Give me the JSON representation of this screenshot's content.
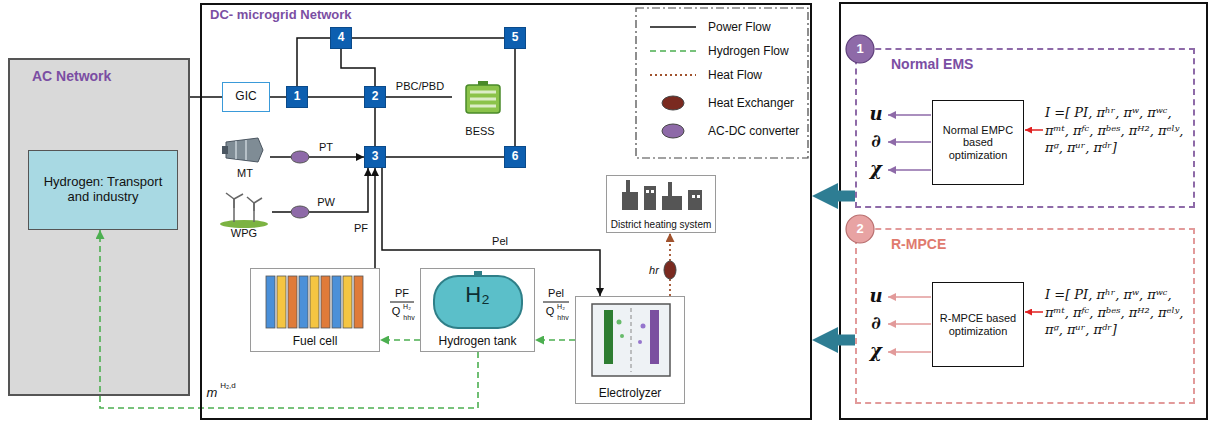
{
  "diagram": {
    "nodes": [
      {
        "text": [
          "AC Network"
        ]
      },
      {
        "text": [
          "Hydrogen: Transport and industry"
        ],
        "in": 0
      },
      {
        "text": [
          "DC- microgrid Network"
        ]
      },
      {
        "text": [
          "GIC"
        ],
        "in": 2
      },
      {
        "text": [
          "4"
        ],
        "in": 2
      },
      {
        "text": [
          "5"
        ],
        "in": 2
      },
      {
        "text": [
          "1"
        ],
        "in": 2
      },
      {
        "text": [
          "2"
        ],
        "in": 2
      },
      {
        "text": [
          "3"
        ],
        "in": 2
      },
      {
        "text": [
          "6"
        ],
        "in": 2
      },
      {
        "text": [
          "BESS"
        ],
        "in": 2
      },
      {
        "text": [
          "MT"
        ],
        "in": 2
      },
      {
        "text": [
          "WPG"
        ],
        "in": 2
      },
      {
        "text": [
          "District heating system"
        ],
        "in": 2
      },
      {
        "text": [
          "Fuel cell"
        ],
        "in": 2
      },
      {
        "text": [
          "Hydrogen tank",
          "H₂"
        ],
        "in": 2
      },
      {
        "text": [
          "Electrolyzer"
        ],
        "in": 2
      },
      {
        "text": [
          "Normal EMS"
        ]
      },
      {
        "text": [
          "1"
        ],
        "in": 17
      },
      {
        "text": [
          "Normal EMPC based optimization"
        ],
        "in": 17
      },
      {
        "text": [
          "R-MPCE"
        ]
      },
      {
        "text": [
          "2"
        ],
        "in": 20
      },
      {
        "text": [
          "R-MPCE based optimization"
        ],
        "in": 20
      }
    ],
    "edges": [
      {
        "from": 0,
        "to": 3,
        "arrow": "none"
      },
      {
        "from": 3,
        "to": 6,
        "arrow": "none"
      },
      {
        "from": 6,
        "to": 7,
        "arrow": "none"
      },
      {
        "from": 6,
        "to": 4,
        "arrow": "none"
      },
      {
        "from": 4,
        "to": 5,
        "arrow": "none"
      },
      {
        "from": 4,
        "to": 7,
        "arrow": "none"
      },
      {
        "from": 7,
        "to": 8,
        "arrow": "none"
      },
      {
        "from": 7,
        "to": 10,
        "label": "PBC/PBD",
        "arrow": "none"
      },
      {
        "from": 8,
        "to": 9,
        "arrow": "none"
      },
      {
        "from": 5,
        "to": 9,
        "arrow": "none"
      },
      {
        "from": 11,
        "to": 8,
        "label": "PT",
        "arrow": "to"
      },
      {
        "from": 12,
        "to": 8,
        "label": "PW",
        "arrow": "to"
      },
      {
        "from": 14,
        "to": 8,
        "label": "PF",
        "arrow": "to"
      },
      {
        "from": 8,
        "to": 16,
        "label": "Pel",
        "arrow": "to"
      },
      {
        "from": 16,
        "to": 15,
        "arrow": "to"
      },
      {
        "from": 15,
        "to": 14,
        "arrow": "to"
      },
      {
        "from": 15,
        "to": 1,
        "arrow": "to"
      },
      {
        "from": 16,
        "to": 13,
        "arrow": "to"
      },
      {
        "from": 17,
        "to": 2,
        "arrow": "to"
      },
      {
        "from": 20,
        "to": 2,
        "arrow": "to"
      }
    ],
    "labels": [
      "hr",
      "PF",
      "Q",
      "H₂",
      "hhv",
      "Pel",
      "Q",
      "H₂",
      "hhv",
      "m",
      "H₂,d",
      "u",
      "∂",
      "χ",
      "I =[ PI, πʰʳ, πʷ, πʷᶜ, πᵐᵗ, πᶠᶜ, πᵇᵉˢ, πᴴ², πᵉˡʸ, πᵍ, πᵘʳ, πᵈʳ]",
      "u",
      "∂",
      "χ",
      "I =[ PI, πʰʳ, πʷ, πʷᶜ, πᵐᵗ, πᶠᶜ, πᵇᵉˢ, πᴴ², πᵉˡʸ, πᵍ, πᵘʳ, πᵈʳ]"
    ],
    "legend": [
      {
        "text": "Power Flow"
      },
      {
        "text": "Hydrogen Flow"
      },
      {
        "text": "Heat Flow"
      },
      {
        "text": "Heat Exchanger",
        "color": "#7a2a20"
      },
      {
        "text": "AC-DC converter",
        "color": "#8e6aa8"
      }
    ]
  }
}
